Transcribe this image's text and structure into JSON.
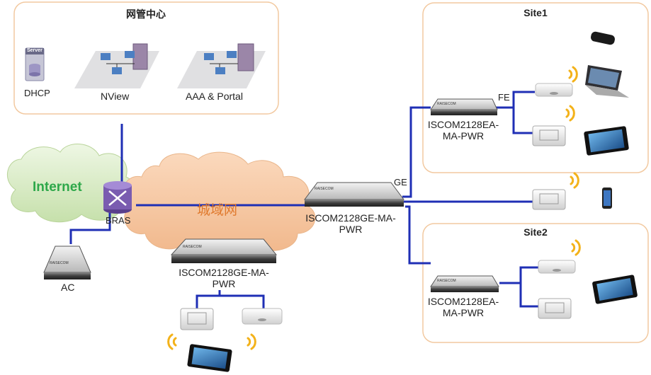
{
  "nms_center": {
    "title": "网管中心",
    "servers": [
      {
        "label": "DHCP"
      },
      {
        "label": "NView"
      },
      {
        "label": "AAA & Portal"
      }
    ],
    "server_badge": "Server"
  },
  "clouds": {
    "internet": "Internet",
    "metro": "城域网"
  },
  "devices": {
    "bras": "BRAS",
    "ac": "AC",
    "core_switch": "ISCOM2128GE-MA-PWR",
    "access_switch": "ISCOM2128GE-MA-PWR",
    "site1_switch": "ISCOM2128EA-MA-PWR",
    "site2_switch": "ISCOM2128EA-MA-PWR",
    "brand": "RAISECOM"
  },
  "links": {
    "ge": "GE",
    "fe": "FE"
  },
  "sites": {
    "site1": "Site1",
    "site2": "Site2"
  },
  "colors": {
    "link": "#1f2fb5",
    "panel_border": "#f2c9a0",
    "metro_cloud": "#f7c9a4",
    "internet_cloud": "#d8ebc6",
    "internet_text": "#2ea84a",
    "metro_text": "#e07a2e",
    "wifi": "#f3b21a"
  }
}
